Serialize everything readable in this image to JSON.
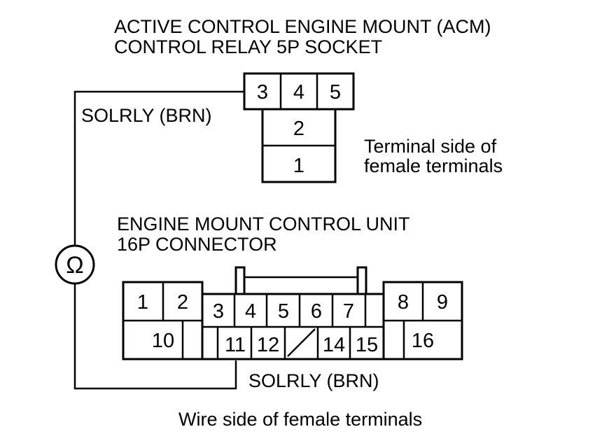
{
  "title": {
    "line1": "ACTIVE CONTROL ENGINE MOUNT (ACM)",
    "line2": "CONTROL RELAY 5P SOCKET"
  },
  "relay_socket": {
    "terminals": [
      "3",
      "4",
      "5",
      "2",
      "1"
    ],
    "wire_label": "SOLRLY (BRN)",
    "side_note_line1": "Terminal side of",
    "side_note_line2": "female terminals"
  },
  "control_unit": {
    "title_line1": "ENGINE MOUNT CONTROL UNIT",
    "title_line2": "16P CONNECTOR",
    "top_row": [
      "1",
      "2",
      "3",
      "4",
      "5",
      "6",
      "7",
      "8",
      "9"
    ],
    "bottom_row": [
      "10",
      "11",
      "12",
      "14",
      "15",
      "16"
    ],
    "wire_label": "SOLRLY (BRN)"
  },
  "meter": {
    "icon": "ohmmeter-icon",
    "symbol": "Ω"
  },
  "footer": "Wire side of female terminals"
}
